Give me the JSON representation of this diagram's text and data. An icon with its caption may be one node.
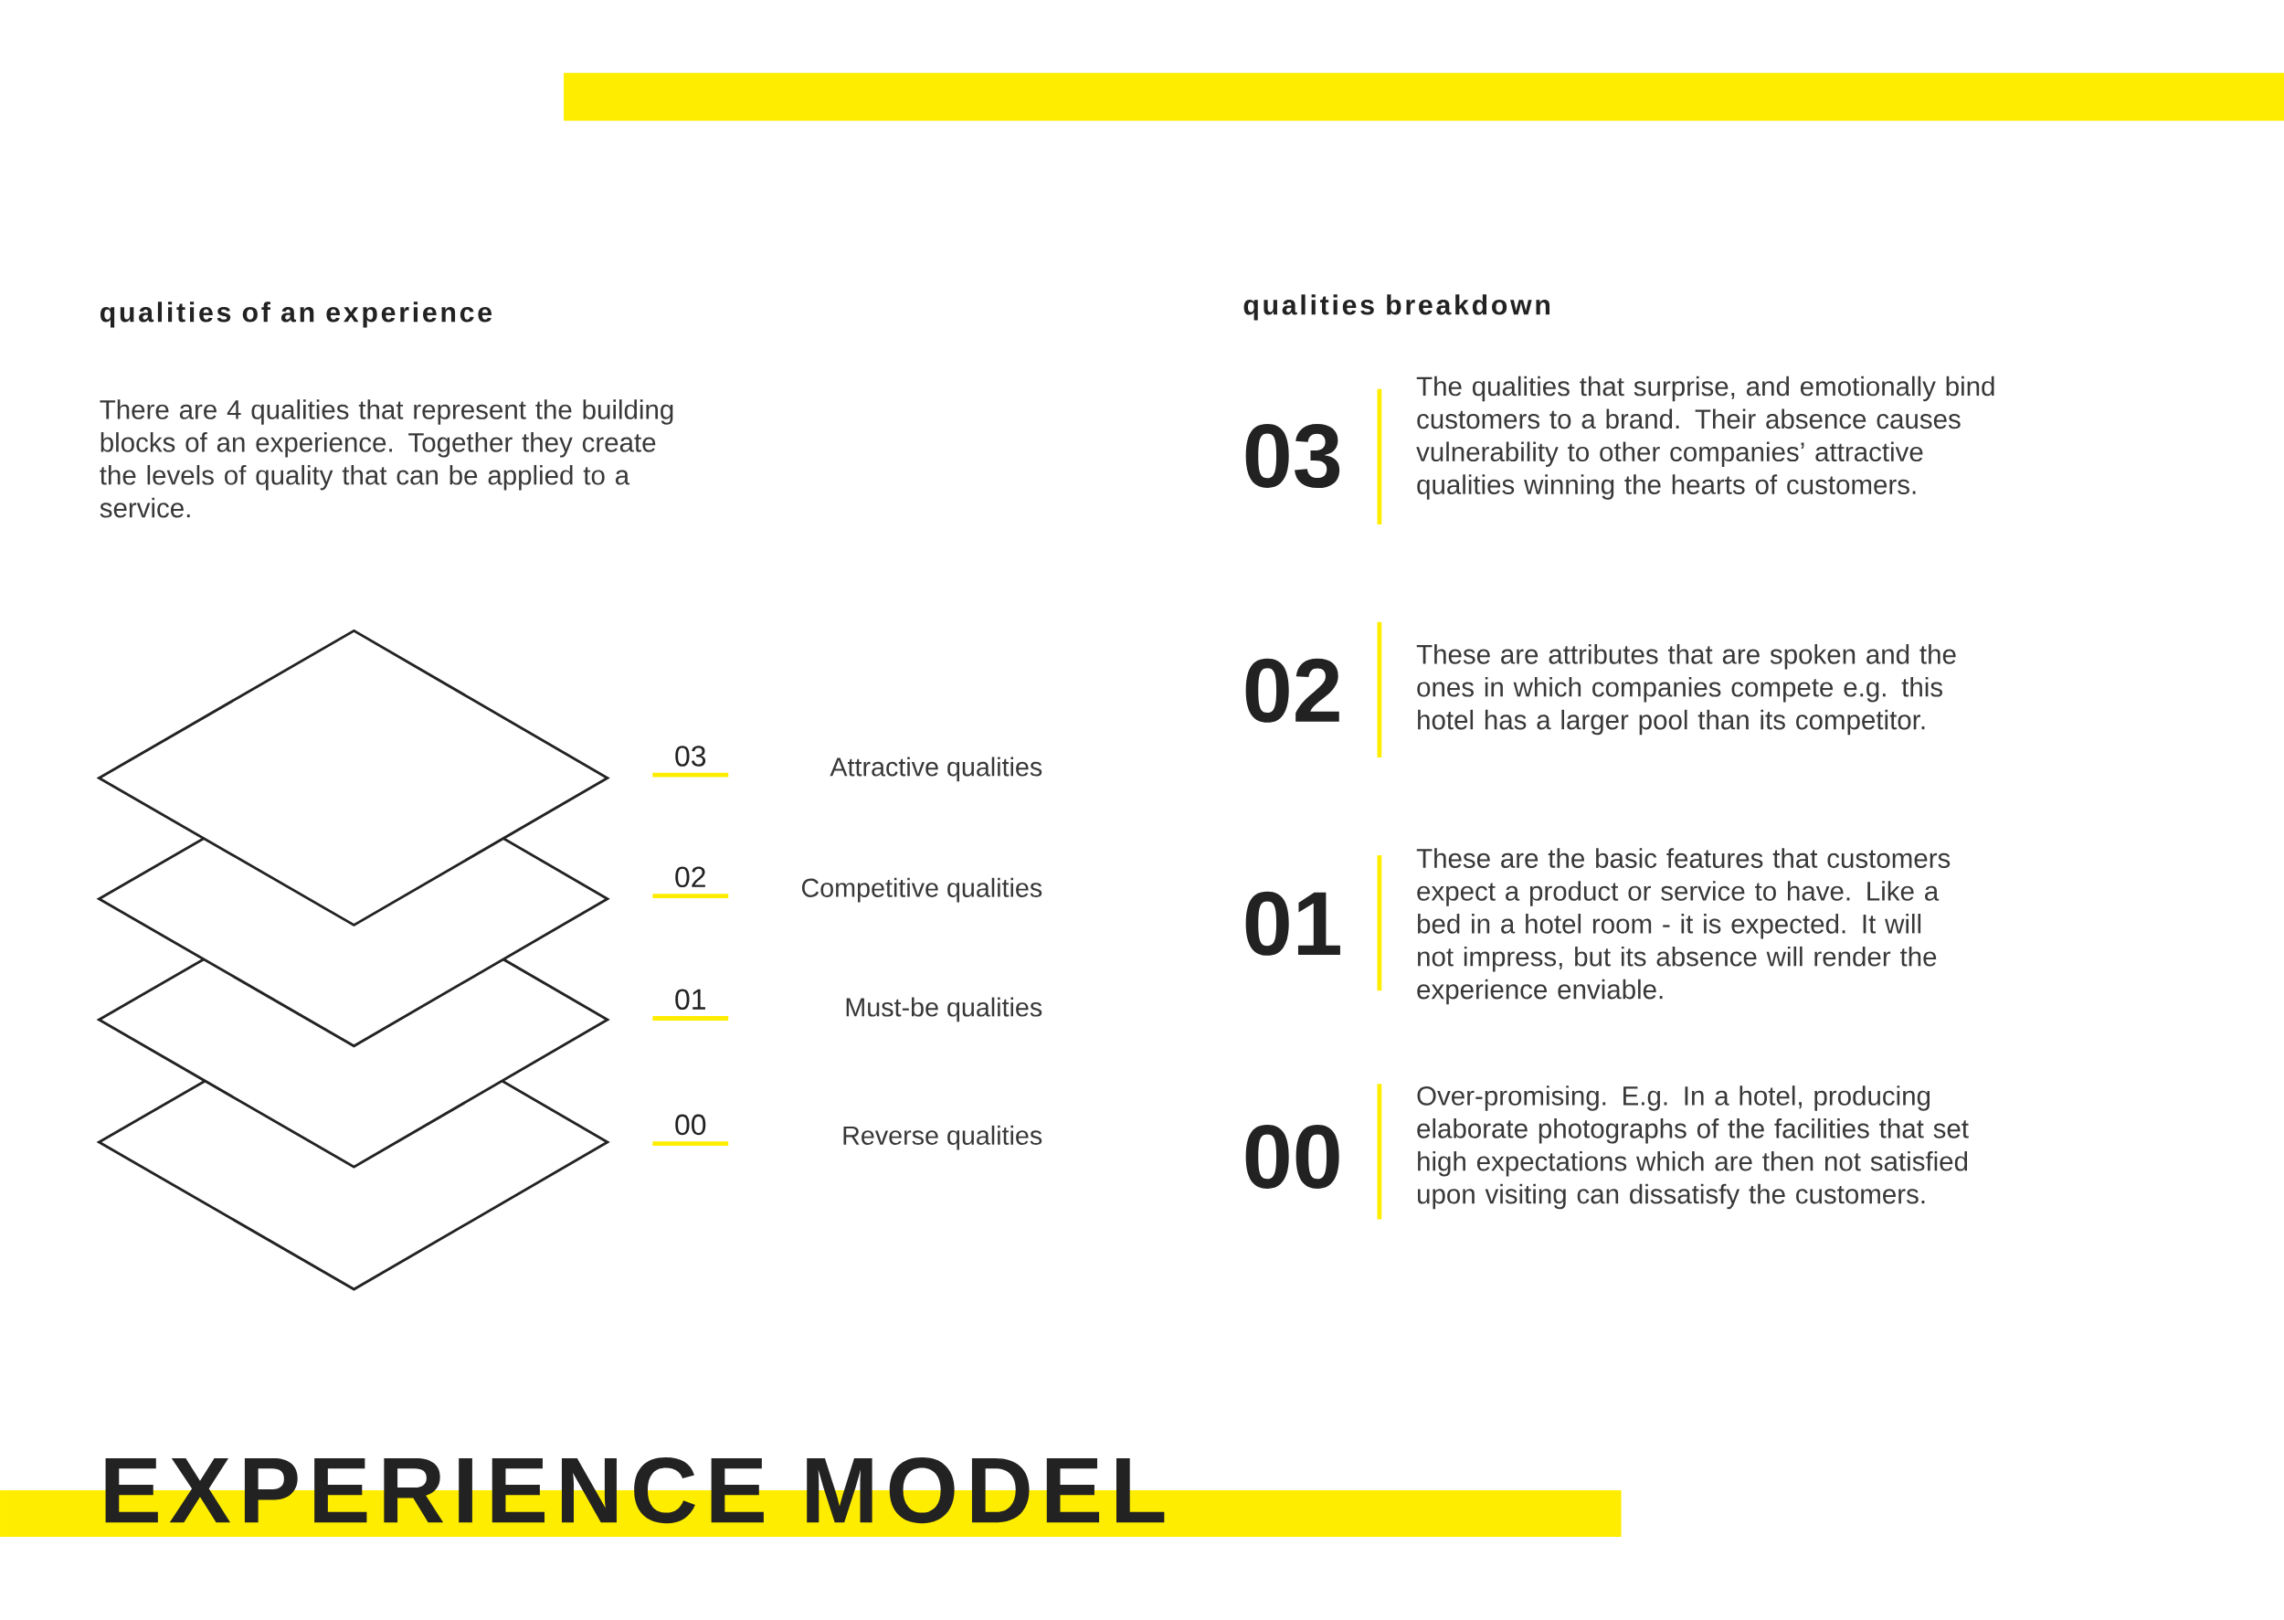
{
  "diagram": {
    "title": "EXPERIENCE MODEL",
    "labels": [
      "qualities of an experience",
      "There are 4 qualities that represent the building blocks of an experience. Together they create the levels of quality that can be applied to a service.",
      "03",
      "Attractive qualities",
      "02",
      "Competitive qualities",
      "01",
      "Must-be qualities",
      "00",
      "Reverse qualities",
      "qualities breakdown",
      "03",
      "The qualities that surprise, and emotionally bind customers to a brand. Their absence causes vulnerability to other companies’ attractive qualities winning the hearts of customers.",
      "02",
      "These are attributes that are spoken and the ones in which companies compete e.g. this hotel has a larger pool than its competitor.",
      "01",
      "These are the basic features that customers expect a product or service to have. Like a bed in a hotel room - it is expected. It will not impress, but its absence will render the experience enviable.",
      "00",
      "Over-promising. E.g. In a hotel, producing elaborate photographs of the facilities that set high expectations which are then not satisfied upon visiting can dissatisfy the customers."
    ]
  }
}
